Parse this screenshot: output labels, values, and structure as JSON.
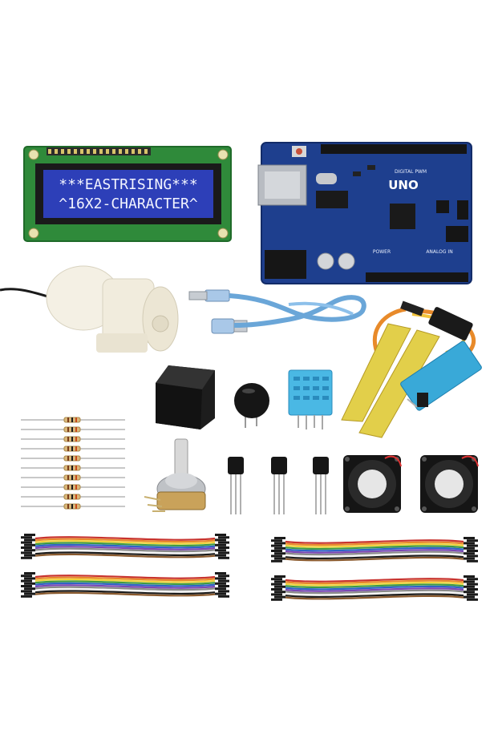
{
  "lcd": {
    "line1": "***EASTRISING***",
    "line2": "^16X2-CHARACTER^"
  },
  "arduino": {
    "brand": "UNO",
    "digital_label": "DIGITAL PWM",
    "power_label": "POWER",
    "analog_label": "ANALOG IN"
  },
  "colors": {
    "lcd_screen": "#2d3fb8",
    "lcd_pcb": "#2f8a3a",
    "arduino_pcb": "#1e3f8e",
    "usb_cable": "#6aa6d8",
    "sensor_blue": "#39a9d8"
  }
}
